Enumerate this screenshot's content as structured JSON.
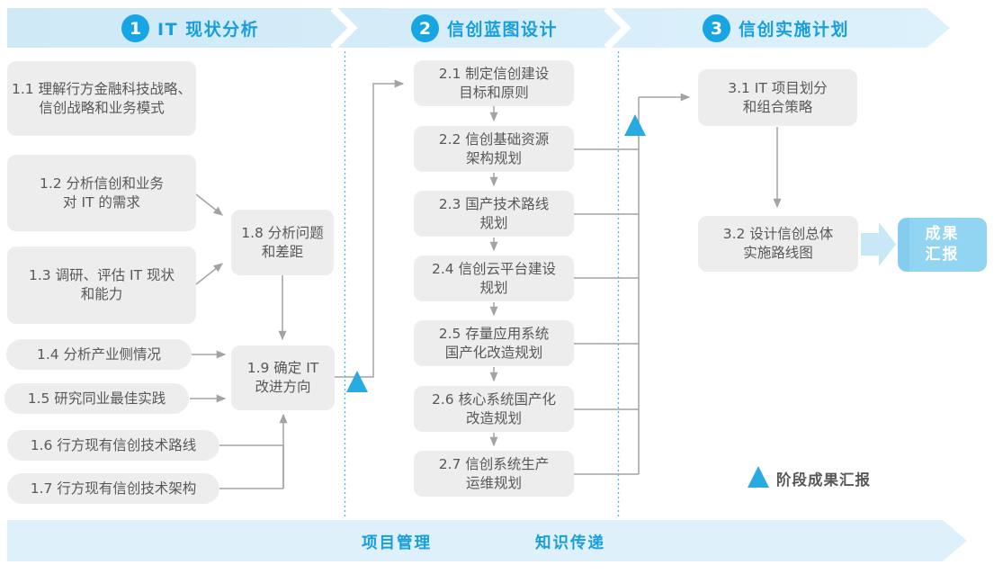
{
  "phases": [
    {
      "number": "1",
      "title": "IT 现状分析"
    },
    {
      "number": "2",
      "title": "信创蓝图设计"
    },
    {
      "number": "3",
      "title": "信创实施计划"
    }
  ],
  "steps": {
    "s1_1": "1.1 理解行方金融科技战略、\n信创战略和业务模式",
    "s1_2": "1.2 分析信创和业务\n对 IT 的需求",
    "s1_3": "1.3 调研、评估 IT 现状\n和能力",
    "s1_4": "1.4 分析产业侧情况",
    "s1_5": "1.5 研究同业最佳实践",
    "s1_6": "1.6 行方现有信创技术路线",
    "s1_7": "1.7 行方现有信创技术架构",
    "s1_8": "1.8 分析问题\n和差距",
    "s1_9": "1.9 确定 IT\n改进方向",
    "s2_1": "2.1 制定信创建设\n目标和原则",
    "s2_2": "2.2 信创基础资源\n架构规划",
    "s2_3": "2.3 国产技术路线\n规划",
    "s2_4": "2.4 信创云平台建设\n规划",
    "s2_5": "2.5 存量应用系统\n国产化改造规划",
    "s2_6": "2.6 核心系统国产化\n改造规划",
    "s2_7": "2.7 信创系统生产\n运维规划",
    "s3_1": "3.1 IT 项目划分\n和组合策略",
    "s3_2": "3.2 设计信创总体\n实施路线图"
  },
  "result_box": "成果\n汇报",
  "legend": {
    "marker": "milestone-triangle",
    "label": "阶段成果汇报"
  },
  "footer": {
    "labels": [
      "项目管理",
      "知识传递"
    ]
  },
  "colors": {
    "accent_blue": "#17a5e4",
    "header_text_blue": "#179edd",
    "ribbon_fill_start": "#cfe9f7",
    "ribbon_fill_end": "#ddf1fb",
    "bottom_ribbon_fill": "#def1fb",
    "box_gray": "#ededed",
    "box_text_gray": "#57585a",
    "connector_gray": "#a3a3a3",
    "milestone_triangle_blue": "#29abe2",
    "result_box_fill": "#92d5f3",
    "block_arrow_fill": "#c8e8f8",
    "dotted_guide_blue": "#45bdee"
  }
}
